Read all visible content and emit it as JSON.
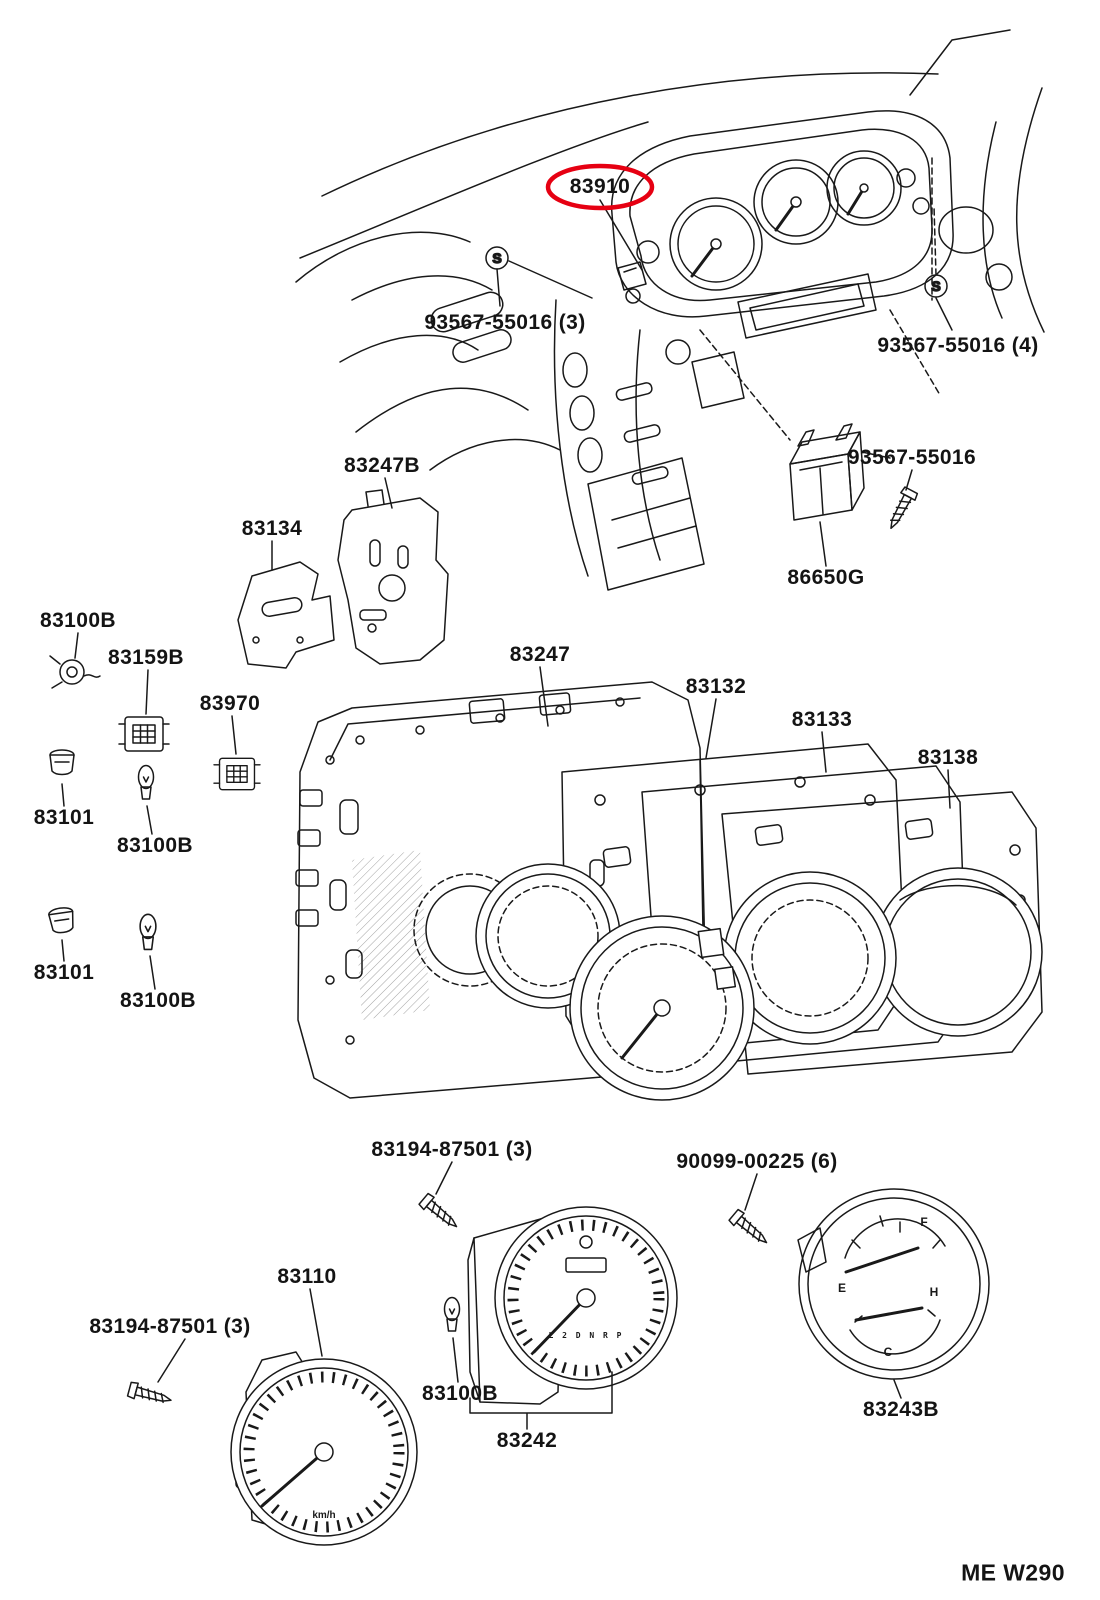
{
  "diagram": {
    "footer_code": "ME W290",
    "screw_symbol": "S",
    "highlight_color": "#e60012",
    "line_color": "#191919"
  },
  "labels": {
    "p83910": "83910",
    "p93567_3": "93567-55016 (3)",
    "p93567_4": "93567-55016 (4)",
    "p93567": "93567-55016",
    "p86650g": "86650G",
    "p83247b": "83247B",
    "p83134": "83134",
    "p83100b_a": "83100B",
    "p83159b": "83159B",
    "p83970": "83970",
    "p83101_a": "83101",
    "p83100b_b": "83100B",
    "p83101_b": "83101",
    "p83100b_c": "83100B",
    "p83247": "83247",
    "p83132": "83132",
    "p83133": "83133",
    "p83138": "83138",
    "p83194_a": "83194-87501 (3)",
    "p90099": "90099-00225 (6)",
    "p83110": "83110",
    "p83194_b": "83194-87501 (3)",
    "p83100b_d": "83100B",
    "p83242": "83242",
    "p83243b": "83243B"
  },
  "gauge_text": {
    "speedo_unit": "km/h",
    "tach_indicator": "L 2 D N R P",
    "fuel_full": "F",
    "fuel_empty": "E",
    "temp_hot": "H",
    "temp_cold": "C"
  }
}
